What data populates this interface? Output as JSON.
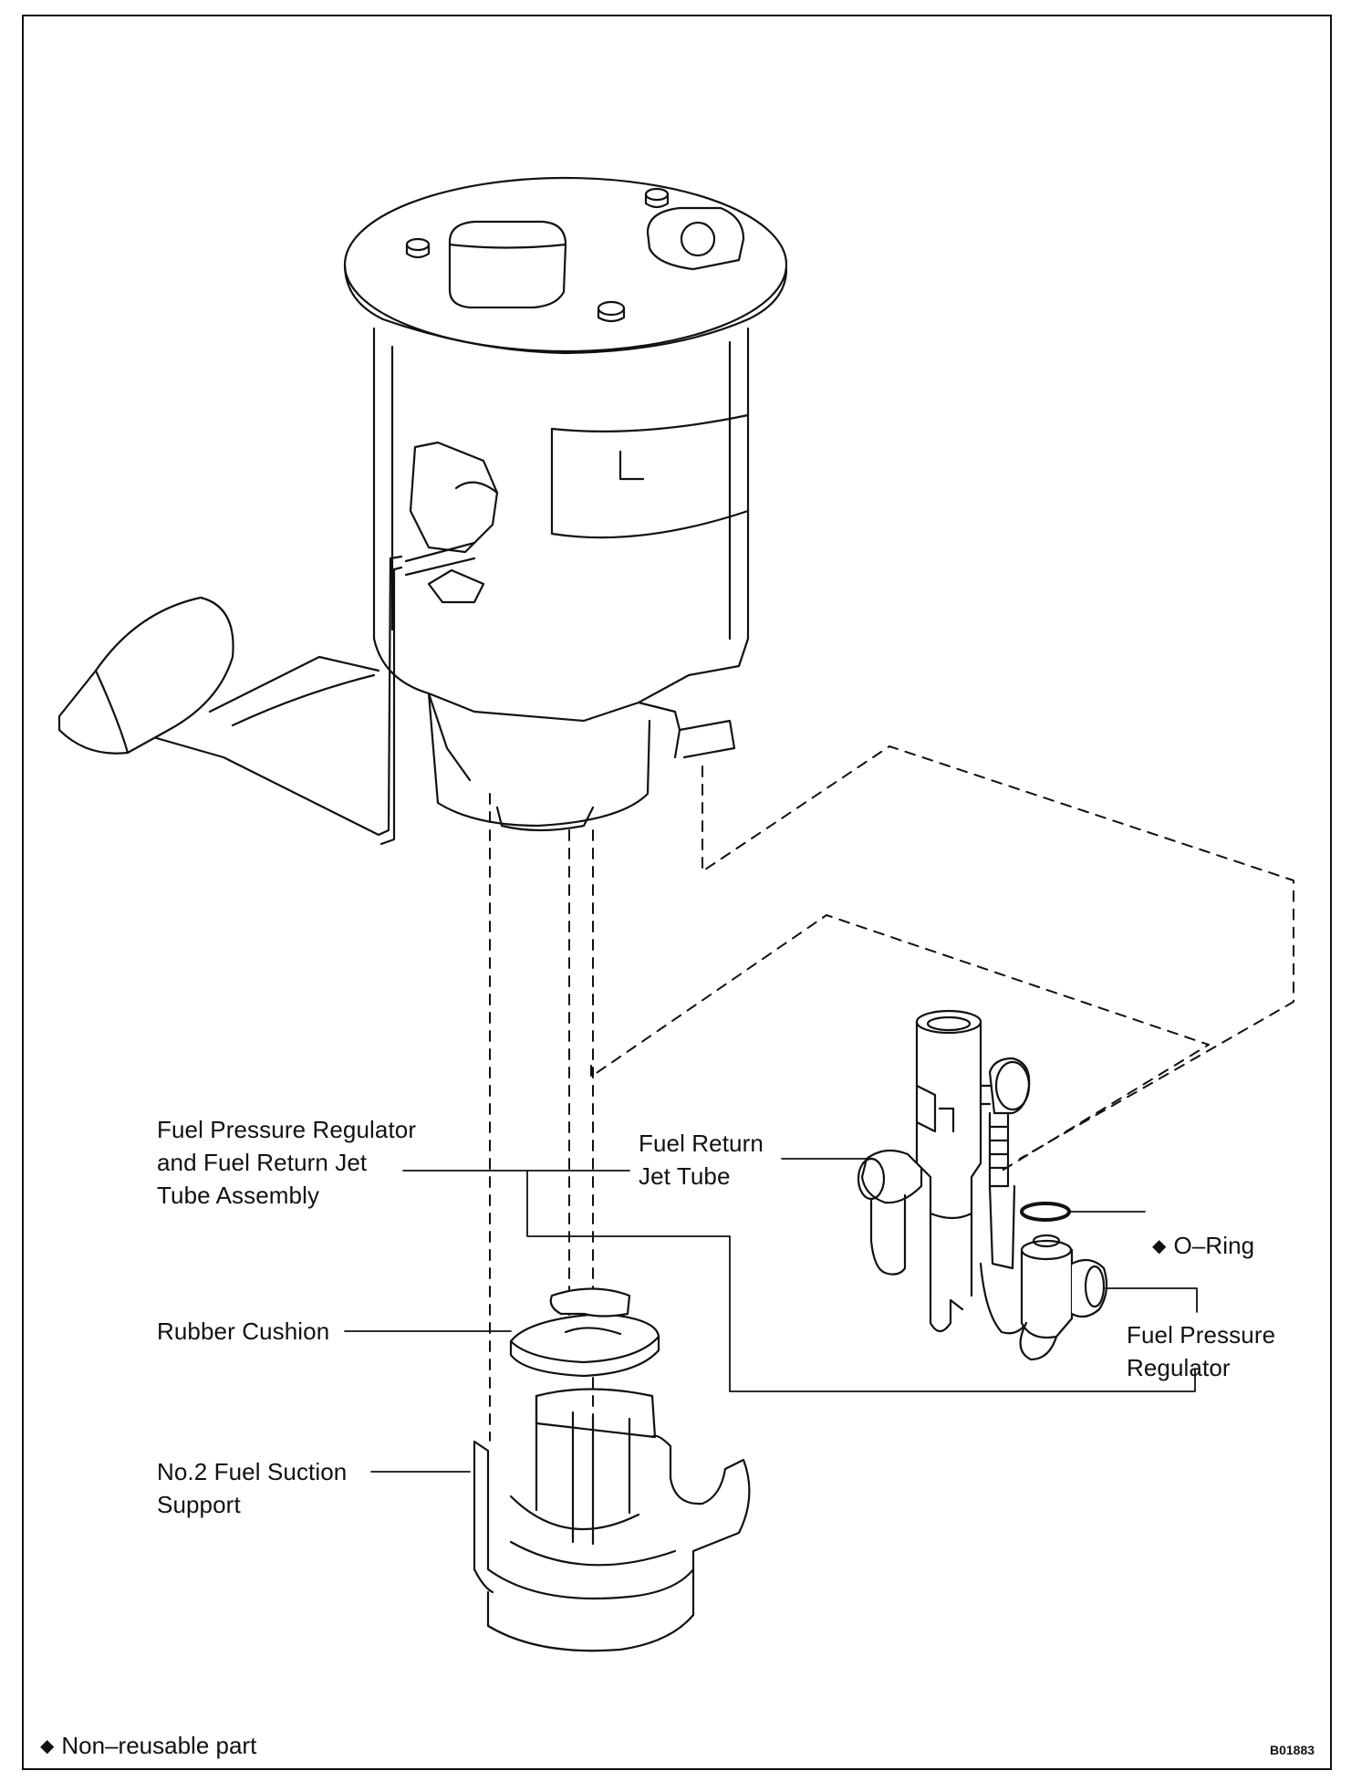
{
  "diagram": {
    "callouts": {
      "regulator_assembly": "Fuel Pressure Regulator\nand Fuel Return Jet\nTube Assembly",
      "return_jet_tube": "Fuel Return\nJet Tube",
      "o_ring": "O–Ring",
      "pressure_regulator": "Fuel Pressure\nRegulator",
      "rubber_cushion": "Rubber Cushion",
      "suction_support": "No.2 Fuel Suction\nSupport"
    },
    "non_reusable_marker": "◆",
    "legend": {
      "symbol": "◆",
      "text": "Non–reusable part"
    },
    "figure_code": "B01883"
  }
}
